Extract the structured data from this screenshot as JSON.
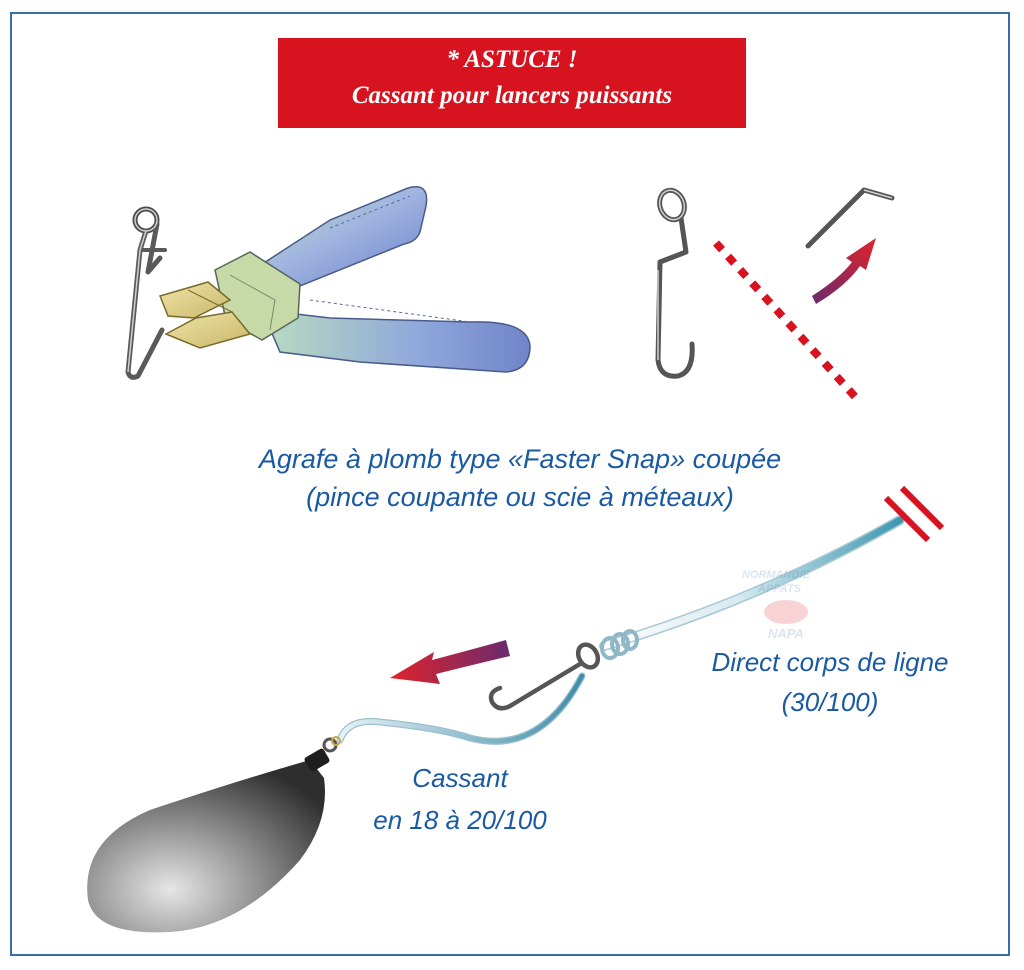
{
  "banner": {
    "line1": "* ASTUCE !",
    "line2": "Cassant pour lancers puissants"
  },
  "captions": {
    "snap_line1": "Agrafe à plomb type «Faster Snap» coupée",
    "snap_line2": "(pince coupante ou scie à méteaux)",
    "line_label1": "Direct corps de ligne",
    "line_label2": "(30/100)",
    "break_label1": "Cassant",
    "break_label2": "en 18 à 20/100"
  },
  "watermark": {
    "line1": "NORMANDIE",
    "line2": "APPATS",
    "line3": "NAPA"
  },
  "colors": {
    "banner_bg": "#d7131f",
    "caption_text": "#1a5aa3",
    "frame_border": "#3a6ea8",
    "cut_line": "#d7131f",
    "pliers_handle": "#8aa0d8",
    "pliers_jaw": "#e6d58a"
  }
}
